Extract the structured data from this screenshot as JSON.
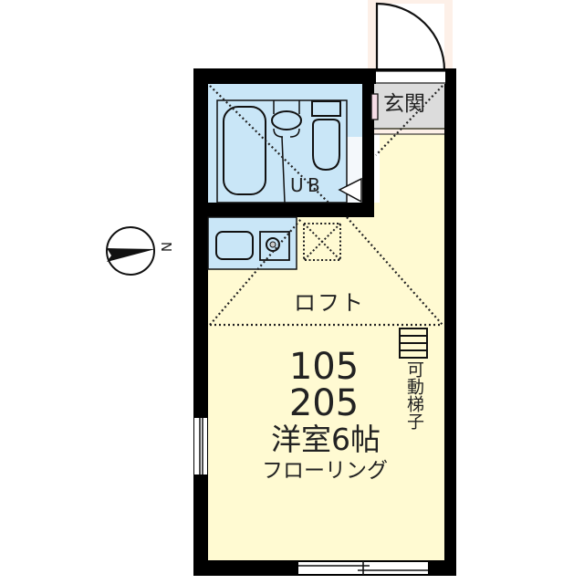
{
  "floorplan": {
    "rooms": {
      "bath": {
        "label": "U B",
        "color": "#c9e6f7"
      },
      "genkan": {
        "label": "玄関",
        "color": "#dcdcdc"
      },
      "kitchen": {
        "color": "#c9e6f7"
      },
      "main": {
        "unit_numbers": [
          "105",
          "205"
        ],
        "room_type": "洋室6帖",
        "flooring": "フローリング",
        "color": "#fffad2"
      },
      "loft": {
        "label": "ロフト"
      },
      "ladder": {
        "label": "可動梯子"
      }
    },
    "compass": {
      "label": "N"
    },
    "colors": {
      "wall": "#000000",
      "entrance_bg": "#fdf0e8",
      "text": "#222222"
    }
  }
}
